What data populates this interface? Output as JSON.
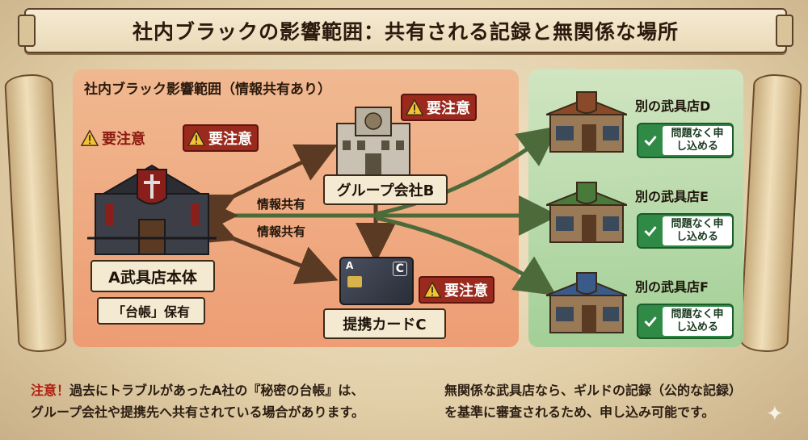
{
  "title": "社内ブラックの影響範囲：共有される記録と無関係な場所",
  "zone_title": "社内ブラック影響範囲（情報共有あり）",
  "warning_label": "要注意",
  "main_store": {
    "name": "A武具店本体",
    "badge": "「台帳」保有"
  },
  "group_company": "グループ会社B",
  "card_company": "提携カードC",
  "card_letters": {
    "a": "A",
    "c": "C"
  },
  "arrow_label": "情報共有",
  "shops": [
    {
      "name": "別の武具店D",
      "status": "問題なく申し込める",
      "roof_color": "#8a4a2a"
    },
    {
      "name": "別の武具店E",
      "status": "問題なく申し込める",
      "roof_color": "#4a7a3a"
    },
    {
      "name": "別の武具店F",
      "status": "問題なく申し込める",
      "roof_color": "#3a5a8a"
    }
  ],
  "note_left": {
    "prefix": "注意！",
    "line1": "過去にトラブルがあったA社の『秘密の台帳』は、",
    "line2": "グループ会社や提携先へ共有されている場合があります。"
  },
  "note_right": {
    "line1": "無関係な武具店なら、ギルドの記録（公的な記録）",
    "line2": "を基準に審査されるため、申し込み可能です。"
  },
  "colors": {
    "danger": "#9b2a1e",
    "ok": "#2f8a45",
    "arrow_brown": "#5a3a22",
    "arrow_green": "#4c6a3a"
  }
}
